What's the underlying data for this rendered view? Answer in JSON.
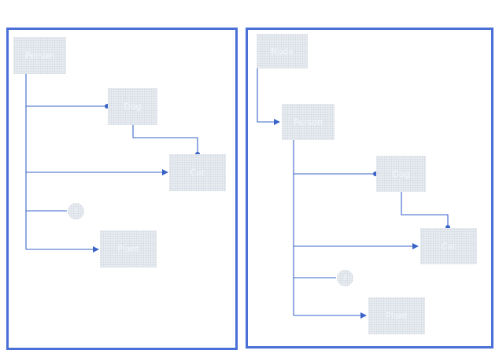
{
  "colors": {
    "frame": "#4a70d8",
    "connector": "#3a64c8",
    "node_fill": "#e8ecf1"
  },
  "left_tree": {
    "nodes": [
      {
        "id": "root",
        "label": "Person"
      },
      {
        "id": "child1",
        "label": "Dog"
      },
      {
        "id": "child2",
        "label": "Cat"
      },
      {
        "id": "child3",
        "label": "?"
      },
      {
        "id": "child4",
        "label": "Plant"
      }
    ]
  },
  "right_tree": {
    "nodes": [
      {
        "id": "top",
        "label": "Node"
      },
      {
        "id": "root",
        "label": "Person"
      },
      {
        "id": "child1",
        "label": "Dog"
      },
      {
        "id": "child2",
        "label": "Cat"
      },
      {
        "id": "child3",
        "label": "?"
      },
      {
        "id": "child4",
        "label": "Plant"
      }
    ]
  }
}
